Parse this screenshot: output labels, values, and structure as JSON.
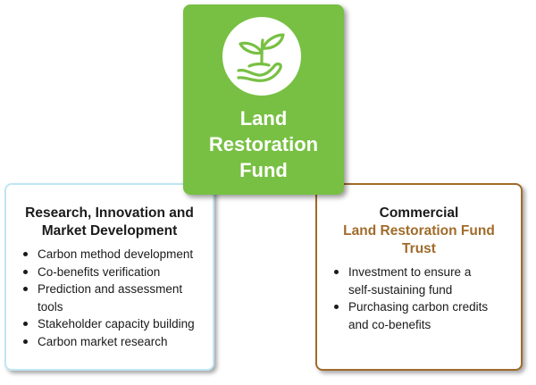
{
  "center": {
    "icon": "sprout-in-hand-icon",
    "title_lines": [
      "Land",
      "Restoration",
      "Fund"
    ],
    "color": "#78c043"
  },
  "left": {
    "title_lines": [
      "Research, Innovation and",
      "Market Development"
    ],
    "border_color": "#bfe6f4",
    "items": [
      [
        "Carbon method development"
      ],
      [
        "Co-benefits verification"
      ],
      [
        "Prediction and assessment",
        "tools"
      ],
      [
        "Stakeholder capacity building"
      ],
      [
        "Carbon market research"
      ]
    ]
  },
  "right": {
    "title": "Commercial",
    "subtitle_lines": [
      "Land Restoration Fund",
      "Trust"
    ],
    "accent_color": "#a06b2a",
    "items": [
      [
        "Investment to ensure a",
        "self-sustaining fund"
      ],
      [
        "Purchasing carbon credits",
        "and co-benefits"
      ]
    ]
  }
}
